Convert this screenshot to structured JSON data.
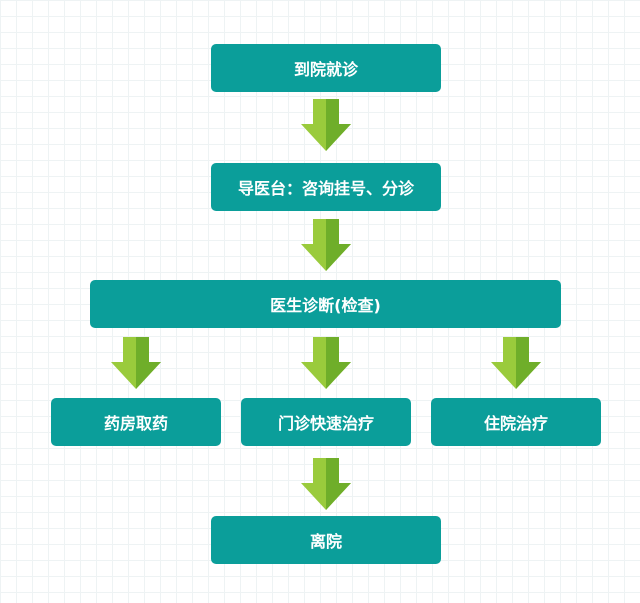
{
  "flow": {
    "arrive": "到院就诊",
    "guide": "导医台：咨询挂号、分诊",
    "diagnosis": "医生诊断(检查)",
    "pharmacy": "药房取药",
    "outpatient": "门诊快速治疗",
    "inpatient": "住院治疗",
    "discharge": "离院"
  },
  "colors": {
    "box": "#0b9e9a",
    "arrow_light": "#9acb3c",
    "arrow_dark": "#6fae2a"
  }
}
